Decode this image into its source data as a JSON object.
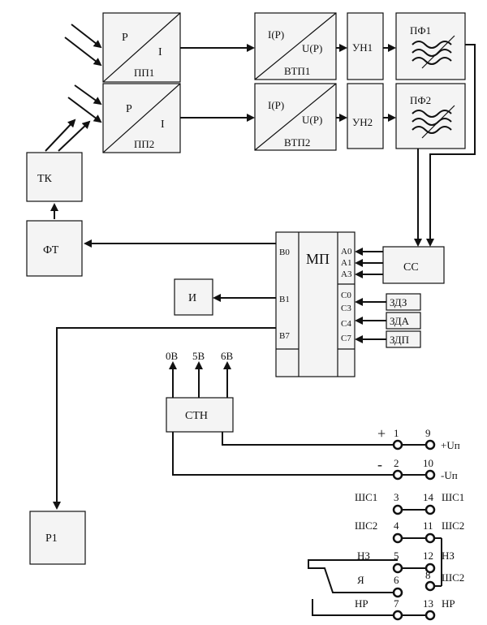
{
  "blocks": {
    "pp1": {
      "top_left": "P",
      "bottom_right": "I",
      "label": "ПП1"
    },
    "pp2": {
      "top_left": "P",
      "bottom_right": "I",
      "label": "ПП2"
    },
    "vtp1": {
      "top_left": "I(P)",
      "bottom_right": "U(P)",
      "label": "ВТП1"
    },
    "vtp2": {
      "top_left": "I(P)",
      "bottom_right": "U(P)",
      "label": "ВТП2"
    },
    "un1": "УН1",
    "un2": "УН2",
    "pf1": "ПФ1",
    "pf2": "ПФ2",
    "tk": "ТК",
    "ft": "ФТ",
    "mp": "МП",
    "cc": "СС",
    "i": "И",
    "p1": "Р1",
    "stn": "СТН",
    "zdz": "ЗДЗ",
    "zda": "ЗДА",
    "zdp": "ЗДП"
  },
  "mp_ports": {
    "left": [
      "B0",
      "B1",
      "B7"
    ],
    "right_a": [
      "A0",
      "A1",
      "A3"
    ],
    "right_c": [
      "C0",
      "C3",
      "C4",
      "C7"
    ]
  },
  "stn_outputs": [
    "0B",
    "5B",
    "6B"
  ],
  "connector": {
    "plus": "+",
    "minus": "-",
    "rows": [
      {
        "l_num": "1",
        "r_num": "9",
        "l_label": "",
        "r_label": "+Uп"
      },
      {
        "l_num": "2",
        "r_num": "10",
        "l_label": "",
        "r_label": "-Uп"
      },
      {
        "l_num": "3",
        "r_num": "14",
        "l_label": "ШС1",
        "r_label": "ШС1"
      },
      {
        "l_num": "4",
        "r_num": "11",
        "l_label": "ШС2",
        "r_label": "ШС2"
      },
      {
        "l_num": "5",
        "r_num": "12",
        "l_label": "НЗ",
        "r_label": "НЗ"
      },
      {
        "l_num": "6",
        "r_num": "8",
        "l_label": "Я",
        "r_label": "ШС2"
      },
      {
        "l_num": "7",
        "r_num": "13",
        "l_label": "НР",
        "r_label": "НР"
      }
    ]
  }
}
